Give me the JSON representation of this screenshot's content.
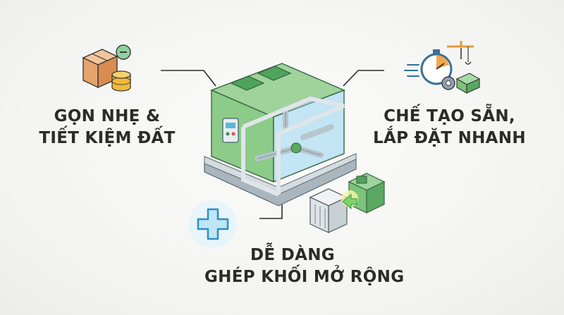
{
  "features": {
    "left": {
      "line1": "GỌN NHẸ &",
      "line2": "TIẾT KIỆM ĐẤT",
      "icon": "box-coins-minus-icon"
    },
    "right": {
      "line1": "CHẾ TẠO SẴN,",
      "line2": "LẮP ĐẶT NHANH",
      "icon": "stopwatch-crane-gear-icon"
    },
    "bottom": {
      "line1": "DỄ DÀNG",
      "line2": "GHÉP KHỐI MỞ RỘNG",
      "icon": "plus-expand-modules-icon"
    }
  },
  "center": {
    "icon": "modular-treatment-unit-icon"
  },
  "colors": {
    "text": "#2b2b2b",
    "green": "#7cc47a",
    "dark_green": "#3f8f4f",
    "blue_glass": "#a9d8ee",
    "pipe": "#b9c7cf",
    "orange": "#e9a35a",
    "gold": "#f0b93a"
  }
}
